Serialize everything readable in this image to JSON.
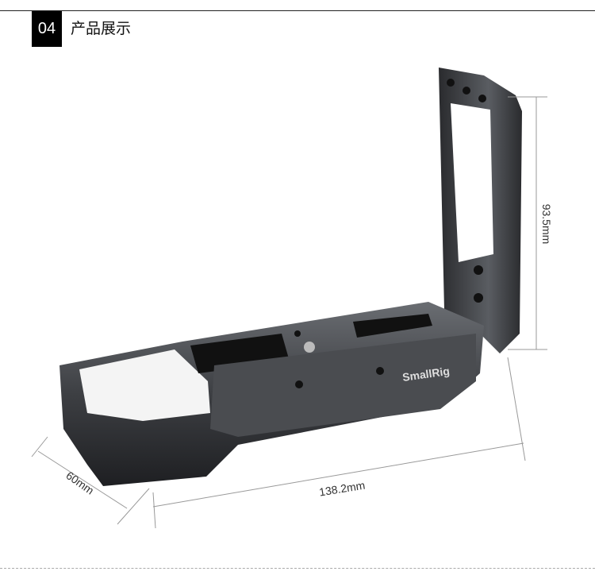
{
  "header": {
    "section_number": "04",
    "section_title": "产品展示"
  },
  "product": {
    "brand_logo": "SmallRig",
    "dimensions": {
      "height": "93.5mm",
      "depth": "60mm",
      "length": "138.2mm"
    }
  }
}
